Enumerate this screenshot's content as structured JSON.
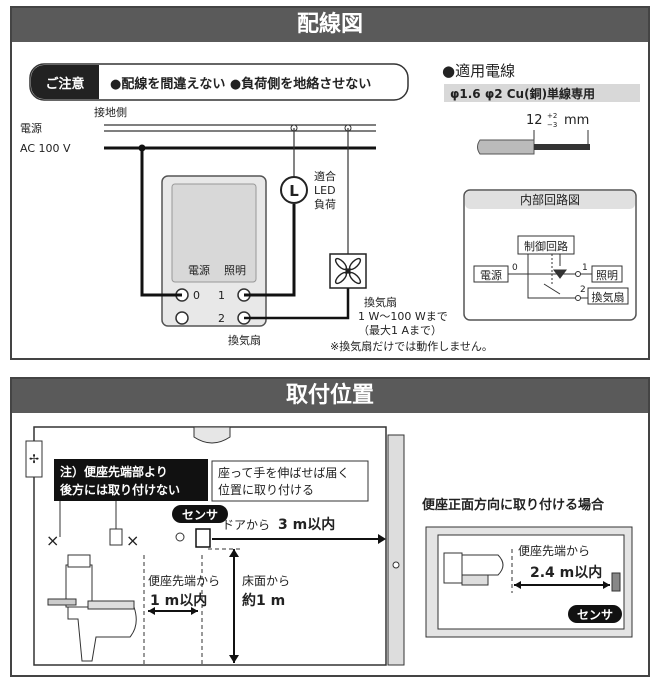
{
  "wiring": {
    "title": "配線図",
    "caution_label": "ご注意",
    "caution_text": "●配線を間違えない ●負荷側を地絡させない",
    "ground_side": "接地側",
    "power_label": "電源",
    "ac_label": "AC  100 V",
    "led_lines": [
      "適合",
      "LED",
      "負荷"
    ],
    "lamp_symbol": "L",
    "term_power": "電源",
    "term_light": "照明",
    "term_0": "0",
    "term_1": "1",
    "term_2": "2",
    "term_fan": "換気扇",
    "fan_title": "換気扇",
    "fan_range": "1 W〜100 Wまで",
    "fan_max": "（最大1 Aまで）",
    "fan_note": "※換気扇だけでは動作しません。",
    "wire_title": "●適用電線",
    "wire_spec": "φ1.6 φ2 Cu(銅)単線専用",
    "strip_len": "12",
    "strip_tol_plus": "+2",
    "strip_tol_minus": "−3",
    "strip_unit": "mm",
    "circuit_title": "内部回路図",
    "circuit_ctrl": "制御回路",
    "circuit_power": "電源",
    "circuit_light": "照明",
    "circuit_fan": "換気扇",
    "circuit_0": "0",
    "circuit_1": "1",
    "circuit_2": "2"
  },
  "mounting": {
    "title": "取付位置",
    "note_left_1": "注）便座先端部より",
    "note_left_2": "後方には取り付けない",
    "note_reach_1": "座って手を伸ばせば届く",
    "note_reach_2": "位置に取り付ける",
    "sensor": "センサ",
    "door_from": "ドアから",
    "door_dist": "3 m以内",
    "seat_from": "便座先端から",
    "seat_dist": "1 m以内",
    "floor_from": "床面から",
    "floor_dist": "約1 m",
    "cross": "×",
    "front_title": "便座正面方向に取り付ける場合",
    "front_from": "便座先端から",
    "front_dist": "2.4 m以内",
    "front_sensor": "センサ"
  }
}
